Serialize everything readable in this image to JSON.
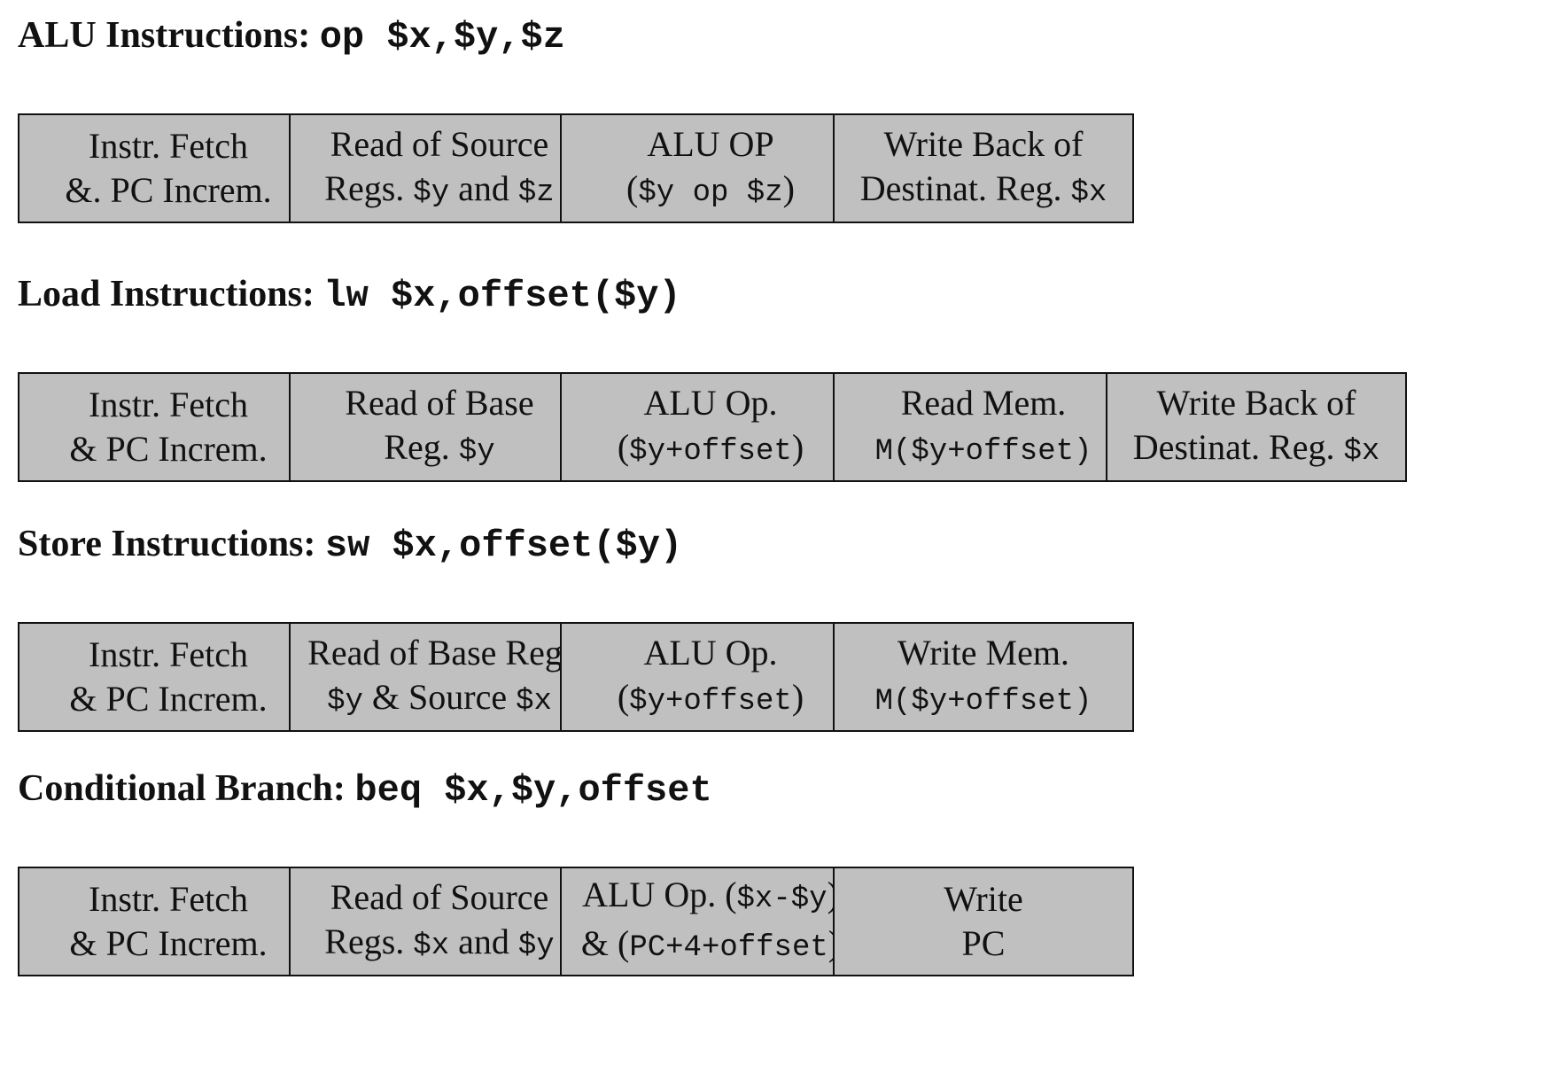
{
  "sections": [
    {
      "title_text": "ALU Instructions: ",
      "title_code": "op $x,$y,$z",
      "stages": [
        {
          "l1": [
            {
              "t": "Instr. Fetch"
            }
          ],
          "l2": [
            {
              "t": "&. PC Increm."
            }
          ]
        },
        {
          "l1": [
            {
              "t": "Read of Source"
            }
          ],
          "l2": [
            {
              "t": "Regs. "
            },
            {
              "t": "$y",
              "m": true
            },
            {
              "t": " and "
            },
            {
              "t": "$z",
              "m": true
            }
          ]
        },
        {
          "l1": [
            {
              "t": "ALU OP"
            }
          ],
          "l2": [
            {
              "t": "("
            },
            {
              "t": "$y op $z",
              "m": true
            },
            {
              "t": ")"
            }
          ]
        },
        {
          "l1": [
            {
              "t": "Write Back of"
            }
          ],
          "l2": [
            {
              "t": "Destinat. Reg. "
            },
            {
              "t": "$x",
              "m": true
            }
          ]
        }
      ]
    },
    {
      "title_text": "Load Instructions: ",
      "title_code": "lw $x,offset($y)",
      "stages": [
        {
          "l1": [
            {
              "t": "Instr. Fetch"
            }
          ],
          "l2": [
            {
              "t": "& PC Increm."
            }
          ]
        },
        {
          "l1": [
            {
              "t": "Read of Base"
            }
          ],
          "l2": [
            {
              "t": "Reg. "
            },
            {
              "t": "$y",
              "m": true
            }
          ]
        },
        {
          "l1": [
            {
              "t": "ALU  Op."
            }
          ],
          "l2": [
            {
              "t": "("
            },
            {
              "t": "$y+offset",
              "m": true
            },
            {
              "t": ")"
            }
          ]
        },
        {
          "l1": [
            {
              "t": "Read Mem."
            }
          ],
          "l2": [
            {
              "t": "M($y+offset)",
              "m": true
            }
          ]
        },
        {
          "l1": [
            {
              "t": "Write Back of"
            }
          ],
          "l2": [
            {
              "t": "Destinat. Reg. "
            },
            {
              "t": "$x",
              "m": true
            }
          ]
        }
      ]
    },
    {
      "title_text": "Store Instructions: ",
      "title_code": "sw $x,offset($y)",
      "stages": [
        {
          "l1": [
            {
              "t": "Instr. Fetch"
            }
          ],
          "l2": [
            {
              "t": "& PC Increm."
            }
          ]
        },
        {
          "l1": [
            {
              "t": "Read of Base Reg."
            }
          ],
          "l2": [
            {
              "t": "$y",
              "m": true
            },
            {
              "t": " & Source "
            },
            {
              "t": "$x",
              "m": true
            }
          ]
        },
        {
          "l1": [
            {
              "t": "ALU  Op."
            }
          ],
          "l2": [
            {
              "t": "("
            },
            {
              "t": "$y+offset",
              "m": true
            },
            {
              "t": ")"
            }
          ]
        },
        {
          "l1": [
            {
              "t": "Write Mem."
            }
          ],
          "l2": [
            {
              "t": "M($y+offset)",
              "m": true
            }
          ]
        }
      ]
    },
    {
      "title_text": "Conditional Branch: ",
      "title_code": "beq $x,$y,offset",
      "stages": [
        {
          "l1": [
            {
              "t": "Instr. Fetch"
            }
          ],
          "l2": [
            {
              "t": "& PC Increm."
            }
          ]
        },
        {
          "l1": [
            {
              "t": "Read of Source"
            }
          ],
          "l2": [
            {
              "t": "Regs. "
            },
            {
              "t": "$x",
              "m": true
            },
            {
              "t": " and "
            },
            {
              "t": "$y",
              "m": true
            }
          ]
        },
        {
          "l1": [
            {
              "t": "ALU Op. ("
            },
            {
              "t": "$x-$y",
              "m": true
            },
            {
              "t": ")"
            }
          ],
          "l2": [
            {
              "t": "& ("
            },
            {
              "t": "PC+4+offset",
              "m": true
            },
            {
              "t": ")"
            }
          ]
        },
        {
          "l1": [
            {
              "t": "Write"
            }
          ],
          "l2": [
            {
              "t": "PC"
            }
          ]
        }
      ]
    }
  ]
}
